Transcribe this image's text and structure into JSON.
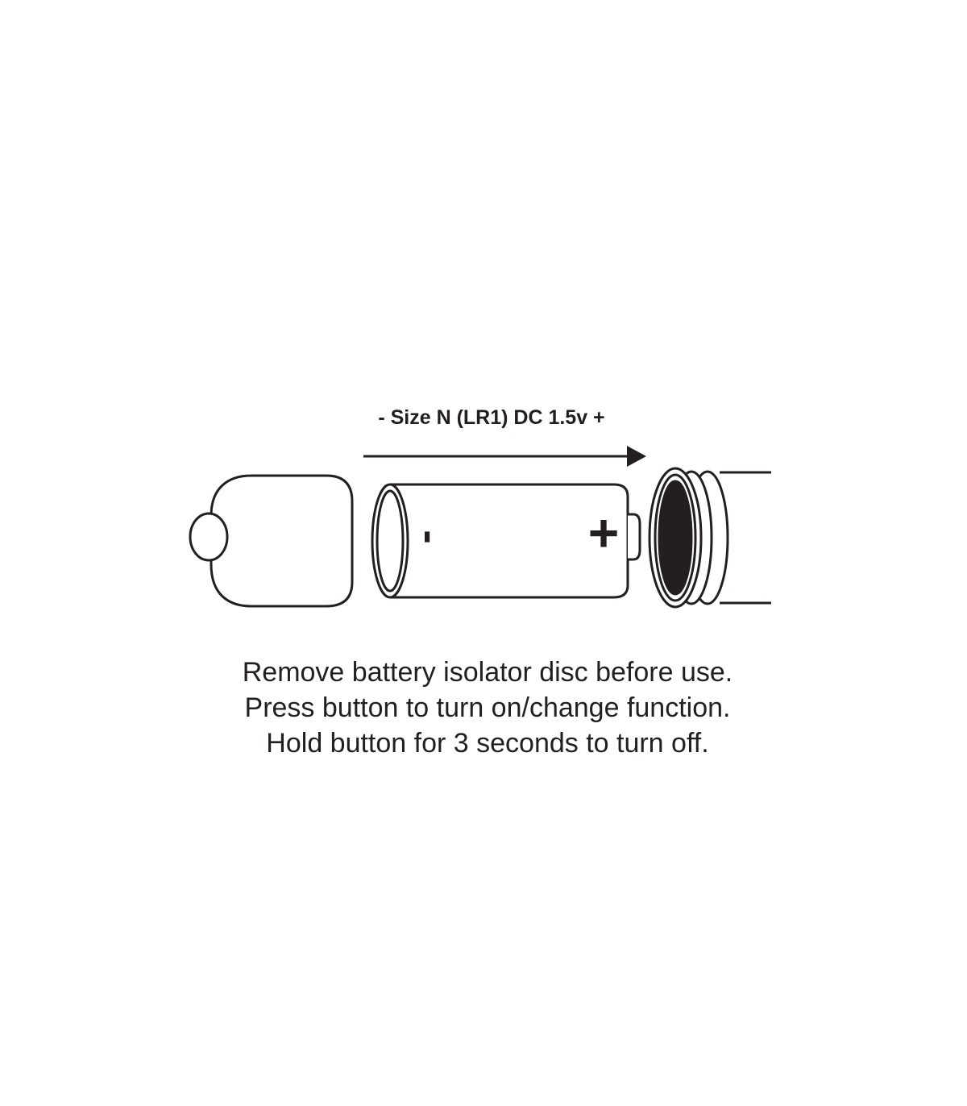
{
  "battery_label": "- Size N (LR1) DC 1.5v +",
  "battery_polarity": {
    "negative": "-",
    "positive": "+"
  },
  "instructions": [
    "Remove battery isolator disc before use.",
    "Press button to turn on/change function.",
    "Hold button for 3 seconds to turn off."
  ],
  "colors": {
    "ink": "#231f20",
    "background": "#ffffff"
  }
}
